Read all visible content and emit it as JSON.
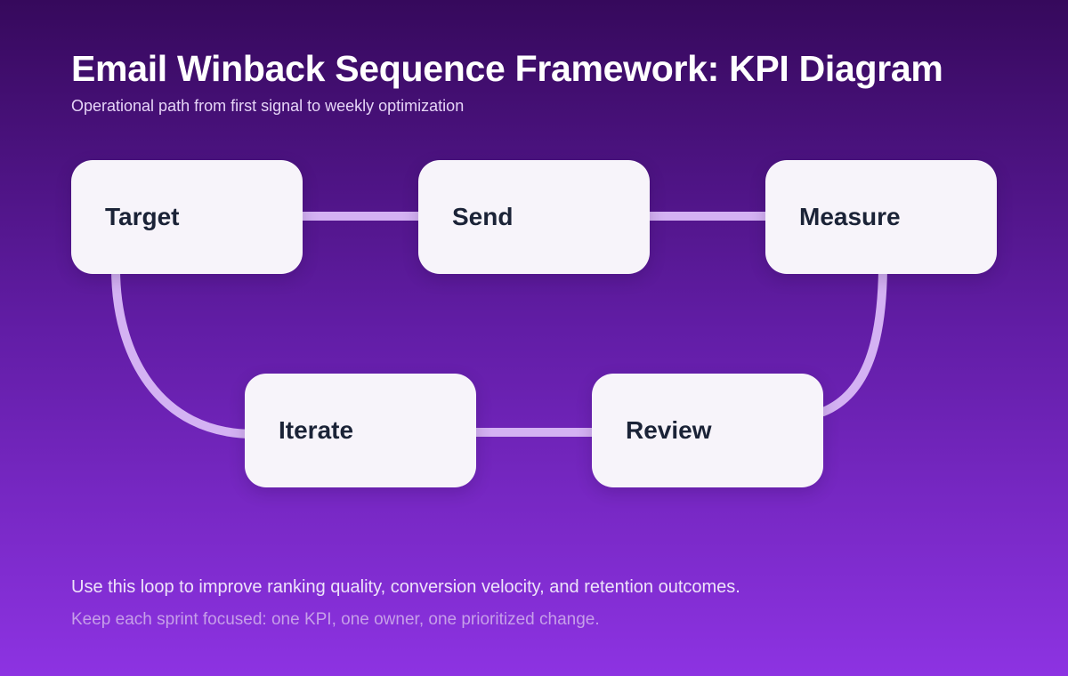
{
  "colors": {
    "background_top": "#36095c",
    "background_bottom": "#8d33e2",
    "node_fill": "#f7f4fa",
    "node_text": "#1b2337",
    "connector": "#d4b2f3",
    "title_text": "#ffffff",
    "subtitle_text": "#e6d5f7",
    "footer_primary": "#eee3fa",
    "footer_secondary": "#c69fe9"
  },
  "header": {
    "title": "Email Winback Sequence Framework: KPI Diagram",
    "subtitle": "Operational path from first signal to weekly optimization"
  },
  "diagram": {
    "nodes": [
      {
        "id": "target",
        "label": "Target"
      },
      {
        "id": "send",
        "label": "Send"
      },
      {
        "id": "measure",
        "label": "Measure"
      },
      {
        "id": "iterate",
        "label": "Iterate"
      },
      {
        "id": "review",
        "label": "Review"
      }
    ],
    "flow_order": [
      "Target",
      "Send",
      "Measure",
      "Review",
      "Iterate"
    ]
  },
  "footer": {
    "line1": "Use this loop to improve ranking quality, conversion velocity, and retention outcomes.",
    "line2": "Keep each sprint focused: one KPI, one owner, one prioritized change."
  }
}
